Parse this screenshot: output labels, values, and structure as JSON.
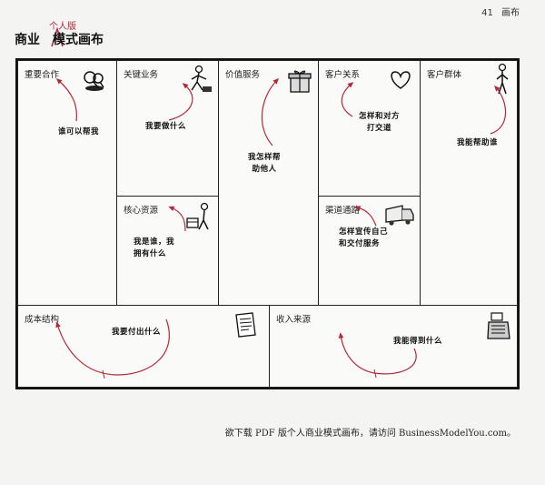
{
  "page": {
    "number": "41",
    "section": "画布"
  },
  "title": {
    "main_left": "商业",
    "main_right": "模式画布",
    "insert": "个人版"
  },
  "blocks": {
    "key_partners": {
      "label": "重要合作",
      "question": "谁可以帮我",
      "icon": "keys-icon"
    },
    "key_activities": {
      "label": "关键业务",
      "question": "我要做什么",
      "icon": "worker-icon"
    },
    "value_proposition": {
      "label": "价值服务",
      "question_line1": "我怎样帮",
      "question_line2": "助他人",
      "icon": "gift-icon"
    },
    "customer_relationships": {
      "label": "客户关系",
      "question_line1": "怎样和对方",
      "question_line2": "打交道",
      "icon": "heart-icon"
    },
    "customer_segments": {
      "label": "客户群体",
      "question": "我能帮助谁",
      "icon": "person-icon"
    },
    "key_resources": {
      "label": "核心资源",
      "question_line1": "我是谁，我",
      "question_line2": "拥有什么",
      "icon": "resources-icon"
    },
    "channels": {
      "label": "渠道通路",
      "question_line1": "怎样宣传自己",
      "question_line2": "和交付服务",
      "icon": "truck-icon"
    },
    "cost_structure": {
      "label": "成本结构",
      "question": "我要付出什么",
      "icon": "invoice-icon"
    },
    "revenue_streams": {
      "label": "收入来源",
      "question": "我能得到什么",
      "icon": "cash-register-icon"
    }
  },
  "footer": {
    "note": "欲下载 PDF 版个人商业模式画布，请访问 BusinessModelYou.com。"
  },
  "colors": {
    "accent": "#b3283a",
    "ink": "#111111"
  }
}
